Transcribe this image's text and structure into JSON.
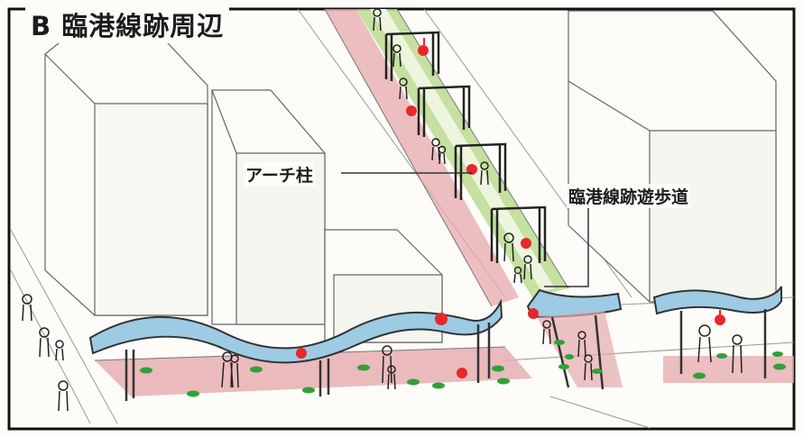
{
  "title": "B 臨港線跡周辺",
  "labels": {
    "arch_pillar": "アーチ柱",
    "promenade": "臨港線跡遊歩道"
  },
  "colors": {
    "canopy": "#9ccbe3",
    "paving": "#e6a9ad",
    "greenway": "#b6d88a",
    "accent_dot": "#e8272b",
    "planter": "#2ea23a",
    "ink": "#1c1c1c"
  }
}
